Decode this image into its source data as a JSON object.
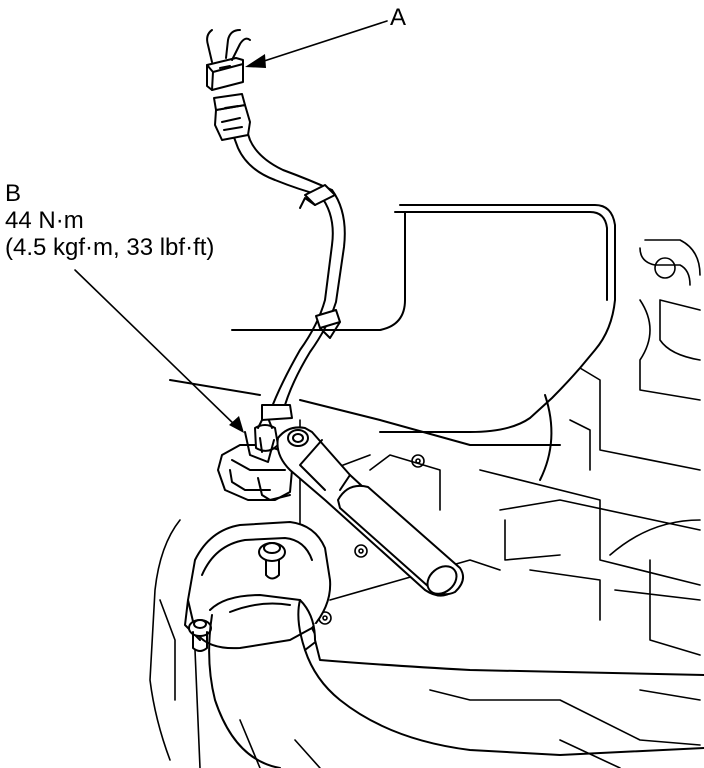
{
  "callouts": {
    "a": {
      "letter": "A"
    },
    "b": {
      "letter": "B",
      "torque_metric": "44 N·m",
      "torque_imperial": "(4.5 kgf·m, 33 lbf·ft)"
    }
  },
  "colors": {
    "ink": "#000000",
    "paper": "#ffffff"
  }
}
